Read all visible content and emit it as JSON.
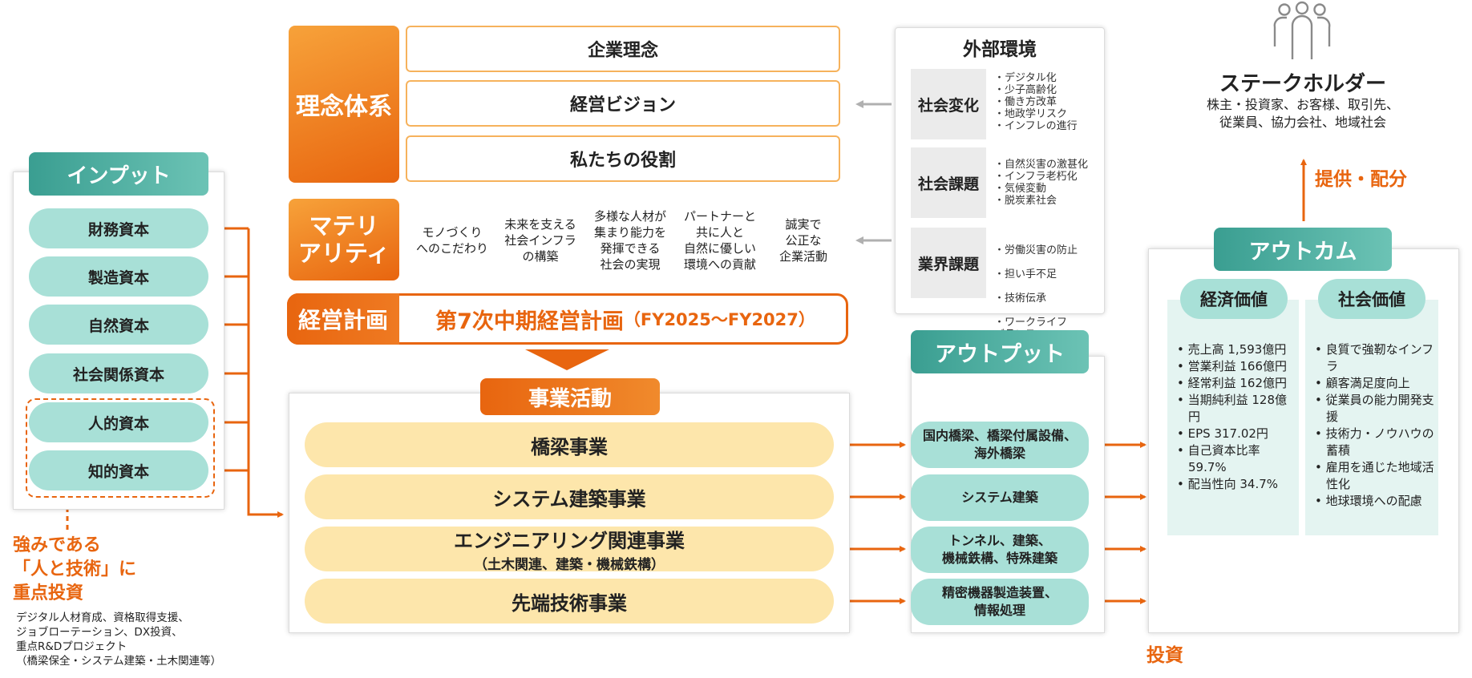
{
  "input": {
    "title": "インプット",
    "items": [
      "財務資本",
      "製造資本",
      "自然資本",
      "社会関係資本",
      "人的資本",
      "知的資本"
    ],
    "focus_title": "強みである\n「人と技術」に\n重点投資",
    "focus_desc": "デジタル人材育成、資格取得支援、\nジョブローテーション、DX投資、\n重点R&Dプロジェクト\n（橋梁保全・システム建築・土木関連等）"
  },
  "philosophy": {
    "label": "理念体系",
    "items": [
      "企業理念",
      "経営ビジョン",
      "私たちの役割"
    ]
  },
  "materiality": {
    "label": "マテリ\nアリティ",
    "items": [
      "モノづくり\nへのこだわり",
      "未来を支える\n社会インフラ\nの構築",
      "多様な人材が\n集まり能力を\n発揮できる\n社会の実現",
      "パートナーと\n共に人と\n自然に優しい\n環境への貢献",
      "誠実で\n公正な\n企業活動"
    ]
  },
  "plan": {
    "label": "経営計画",
    "main": "第7次中期経営計画",
    "period": "（FY2025～FY2027）"
  },
  "business": {
    "title": "事業活動",
    "items": [
      {
        "name": "橋梁事業",
        "sub": ""
      },
      {
        "name": "システム建築事業",
        "sub": ""
      },
      {
        "name": "エンジニアリング関連事業",
        "sub": "（土木関連、建築・機械鉄構）"
      },
      {
        "name": "先端技術事業",
        "sub": ""
      }
    ]
  },
  "external": {
    "title": "外部環境",
    "groups": [
      {
        "label": "社会変化",
        "items": [
          "デジタル化",
          "少子高齢化",
          "働き方改革",
          "地政学リスク",
          "インフレの進行"
        ]
      },
      {
        "label": "社会課題",
        "items": [
          "自然災害の激甚化",
          "インフラ老朽化",
          "気候変動",
          "脱炭素社会"
        ]
      },
      {
        "label": "業界課題",
        "items": [
          "労働災害の防止",
          "担い手不足",
          "技術伝承",
          "ワークライフ\nバランス"
        ]
      }
    ]
  },
  "output": {
    "title": "アウトプット",
    "items": [
      "国内橋梁、橋梁付属設備、\n海外橋梁",
      "システム建築",
      "トンネル、建築、\n機械鉄構、特殊建築",
      "精密機器製造装置、\n情報処理"
    ]
  },
  "stakeholder": {
    "title": "ステークホルダー",
    "desc": "株主・投資家、お客様、取引先、\n従業員、協力会社、地域社会",
    "provide_label": "提供・配分"
  },
  "outcome": {
    "title": "アウトカム",
    "economic": {
      "title": "経済価値",
      "items": [
        "売上高 1,593億円",
        "営業利益 166億円",
        "経常利益 162億円",
        "当期純利益 128億円",
        "EPS 317.02円",
        "自己資本比率 59.7%",
        "配当性向 34.7%"
      ]
    },
    "social": {
      "title": "社会価値",
      "items": [
        "良質で強靭なインフラ",
        "顧客満足度向上",
        "従業員の能力開発支援",
        "技術力・ノウハウの蓄積",
        "雇用を通じた地域活性化",
        "地球環境への配慮"
      ]
    }
  },
  "invest_label": "投資",
  "colors": {
    "orange": "#e8650f",
    "teal": "#3a9e91",
    "teal_light": "#a8e0d7",
    "yellow": "#fde6ab",
    "arrow_gray": "#b0b0b0"
  }
}
